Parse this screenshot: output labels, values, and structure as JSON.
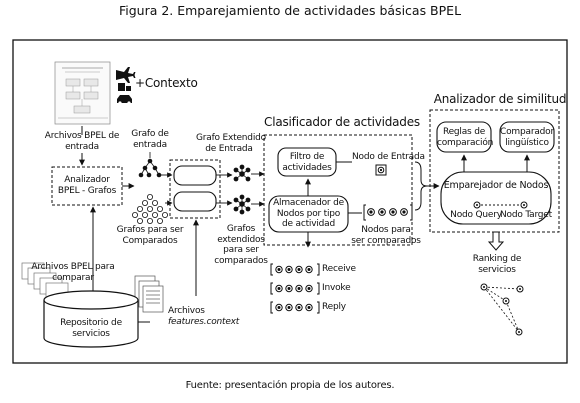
{
  "title": "Figura 2. Emparejamiento de actividades básicas BPEL",
  "source": "Fuente: presentación propia de los autores.",
  "contexto": "+Contexto",
  "archivos_bpel_entrada": [
    "Archivos BPEL de",
    "entrada"
  ],
  "grafo_entrada": [
    "Grafo de",
    "entrada"
  ],
  "grafo_extendido_entrada": [
    "Grafo Extendido",
    "de Entrada"
  ],
  "analizador": [
    "Analizador",
    "BPEL - Grafos"
  ],
  "grafos_comparados": [
    "Grafos para ser",
    "Comparados"
  ],
  "grafos_extendidos": [
    "Grafos",
    "extendidos",
    "para ser",
    "comparados"
  ],
  "archivos_bpel_comparar": [
    "Archivos BPEL para",
    "comparar"
  ],
  "repositorio": [
    "Repositorio de",
    "servicios"
  ],
  "archivos_features": [
    "Archivos",
    "features.context"
  ],
  "clasificador_title": "Clasificador de actividades",
  "filtro": [
    "Filtro de",
    "actividades"
  ],
  "almacenador": [
    "Almacenador de",
    "Nodos por tipo",
    "de actividad"
  ],
  "nodo_entrada": "Nodo de Entrada",
  "nodos_comparados": [
    "Nodos para",
    "ser comparados"
  ],
  "legend": [
    "Receive",
    "Invoke",
    "Reply"
  ],
  "analizador_similitud_title": "Analizador de similitud",
  "reglas": [
    "Reglas de",
    "comparación"
  ],
  "comparador": [
    "Comparador",
    "lingüístico"
  ],
  "emparejador": "Emparejador de Nodos",
  "nodo_query": "Nodo Query",
  "nodo_target": "Nodo Target",
  "ranking": [
    "Ranking de",
    "servicios"
  ]
}
